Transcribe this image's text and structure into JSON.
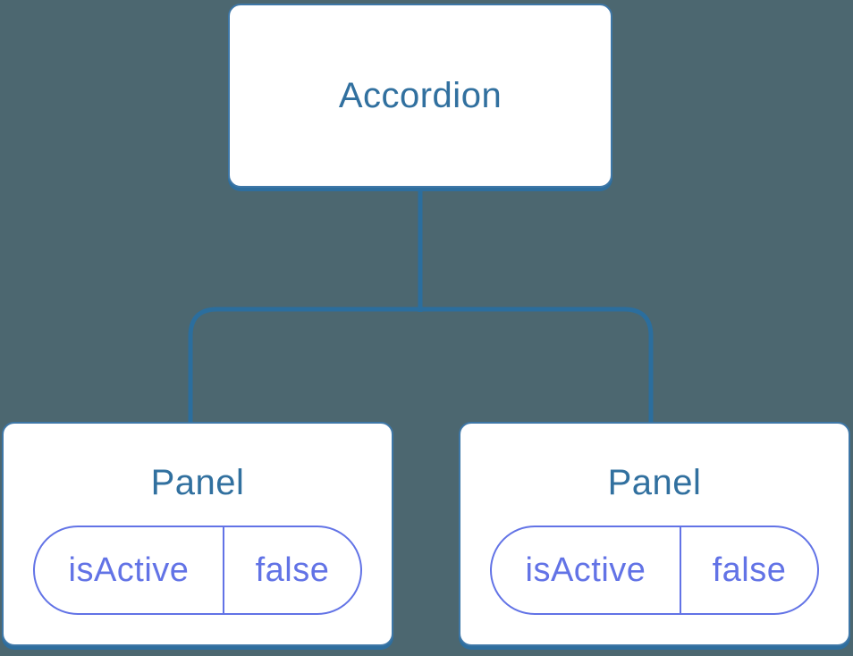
{
  "diagram": {
    "type": "component-tree",
    "background_color": "#4C6770",
    "colors": {
      "node_background": "#FFFFFF",
      "node_border": "#3E77A7",
      "node_shadow": "#2E6E9E",
      "connector_line": "#2B6E9E",
      "node_label_text": "#31709F",
      "pill_border_and_text": "#6273E6"
    },
    "tree": {
      "root": {
        "label": "Accordion"
      },
      "children": [
        {
          "label": "Panel",
          "prop": {
            "name": "isActive",
            "value": "false"
          }
        },
        {
          "label": "Panel",
          "prop": {
            "name": "isActive",
            "value": "false"
          }
        }
      ]
    }
  }
}
